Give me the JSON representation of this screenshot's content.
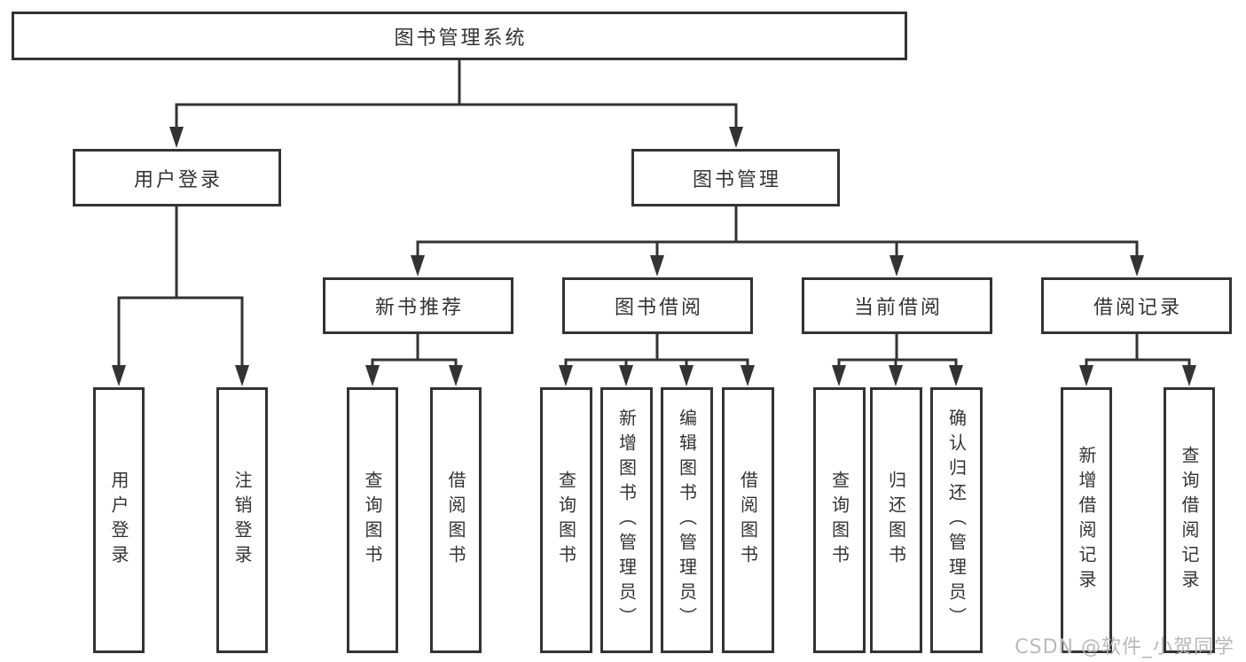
{
  "diagram": {
    "root": {
      "label": "图书管理系统"
    },
    "level2": [
      {
        "id": "user-login",
        "label": "用户登录"
      },
      {
        "id": "book-management",
        "label": "图书管理"
      }
    ],
    "level3": [
      {
        "id": "new-book-recommend",
        "label": "新书推荐"
      },
      {
        "id": "book-borrowing",
        "label": "图书借阅"
      },
      {
        "id": "current-borrowing",
        "label": "当前借阅"
      },
      {
        "id": "borrowing-records",
        "label": "借阅记录"
      }
    ],
    "leaves": {
      "user_login": [
        {
          "label": "用户登录"
        },
        {
          "label": "注销登录"
        }
      ],
      "new_book_recommend": [
        {
          "label": "查询图书"
        },
        {
          "label": "借阅图书"
        }
      ],
      "book_borrowing": [
        {
          "label": "查询图书"
        },
        {
          "label": "新增图书（管理员）"
        },
        {
          "label": "编辑图书（管理员）"
        },
        {
          "label": "借阅图书"
        }
      ],
      "current_borrowing": [
        {
          "label": "查询图书"
        },
        {
          "label": "归还图书"
        },
        {
          "label": "确认归还（管理员）"
        }
      ],
      "borrowing_records": [
        {
          "label": "新增借阅记录"
        },
        {
          "label": "查询借阅记录"
        }
      ]
    },
    "watermark": "CSDN @软件_小贺同学",
    "colors": {
      "line": "#333333",
      "border": "#333333",
      "text": "#333333",
      "background": "#ffffff",
      "watermark": "#b9b9b9"
    }
  }
}
